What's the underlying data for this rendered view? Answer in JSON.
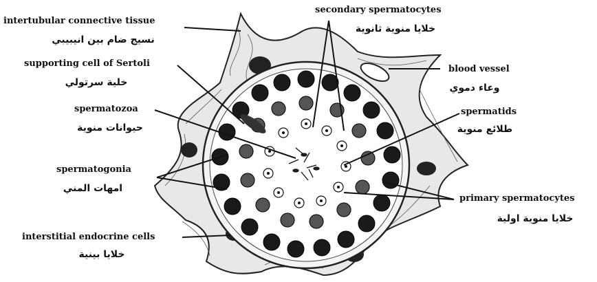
{
  "labels": {
    "intertubular": {
      "en": "intertubular connective tissue",
      "ar": "نسيج ضام بين انيبيبي"
    },
    "secondary": {
      "en": "secondary spermatocytes",
      "ar": "خلايا منوية ثانوية"
    },
    "sertoli": {
      "en": "supporting cell of Sertoli",
      "ar": "خلية سرتولي"
    },
    "blood_vessel": {
      "en": "blood vessel",
      "ar": "وعاء دموي"
    },
    "spermatozoa": {
      "en": "spermatozoa",
      "ar": "حيوانات منوية"
    },
    "spermatids": {
      "en": "spermatids",
      "ar": "طلائع منوية"
    },
    "spermatogonia": {
      "en": "spermatogonia",
      "ar": "امهات المني"
    },
    "primary": {
      "en": "primary spermatocytes",
      "ar": "خلايا منوية اولية"
    },
    "interstitial": {
      "en": "interstitial endocrine cells",
      "ar": "خلايا بينية"
    }
  }
}
